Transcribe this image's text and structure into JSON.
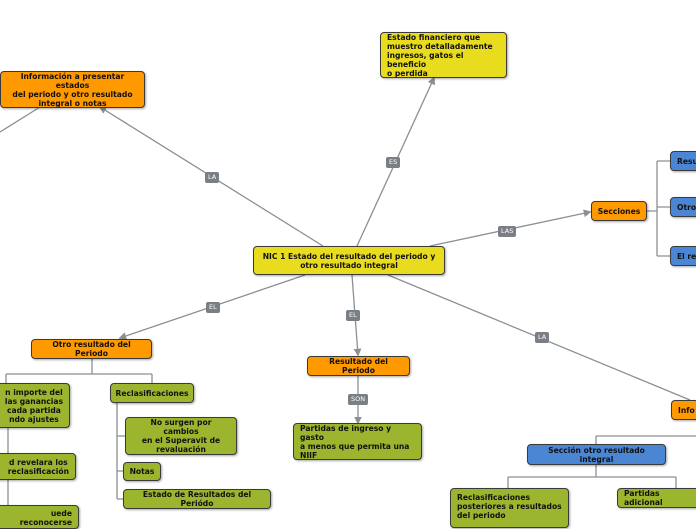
{
  "nodes": {
    "central": "NIC 1 Estado del resultado del periodo y\notro resultado integral",
    "estado_financiero": "Estado financiero que\nmuestro detalladamente\ningresos, gatos el beneficio\no perdida",
    "informacion_presentar": "Información a presentar estados\ndel periodo y otro resultado\nintegral o notas",
    "secciones": "Secciones",
    "seccion_resul": "Resul",
    "seccion_otro": "Otro",
    "seccion_el_re": "El re",
    "otro_resultado_periodo": "Otro resultado del Periodo",
    "resultado_periodo": "Resultado del Periodo",
    "partidas_ingreso": "Partidas de ingreso y gasto\na menos que permita una\nNIIF",
    "info_right": "Info",
    "seccion_otro_resultado_integral": "Sección otro resultado integral",
    "reclasificaciones_posteriores": "Reclasificaciones\nposteriores a resultados\ndel periodo",
    "partidas_adicionales": "Partidas adicional",
    "reclasificaciones": "Reclasificaciones",
    "no_surgen": "No surgen por cambios\nen el Superavit de\nrevaluación",
    "notas": "Notas",
    "estado_resultados_periodo": "Estado de Resultados del Periódo",
    "importe_ganancias": "n importe del\nlas ganancias\ncada partida\nndo ajustes",
    "revelara_reclasificacion": "d revelara los\nreclasificación",
    "puede_reconocerse": "uede reconocerse"
  },
  "edge_labels": {
    "es": "ES",
    "la_left": "LA",
    "las": "LAS",
    "el_left": "EL",
    "el_mid": "EL",
    "la_right": "LA",
    "son": "SON"
  },
  "colors": {
    "central": "#e9dc1f",
    "orange": "#ff9900",
    "green": "#9bb52e",
    "blue": "#4a86d4",
    "edge": "#8a8f96",
    "tag": "#7a7f85"
  }
}
